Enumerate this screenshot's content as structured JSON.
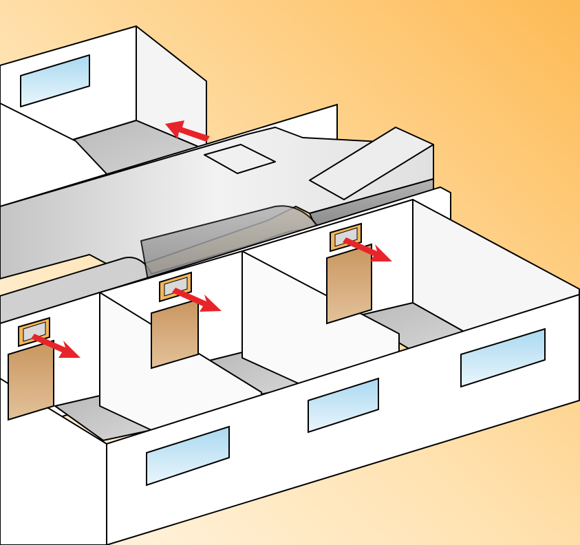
{
  "illustration": {
    "subject": "ducted-air-distribution-cutaway",
    "rooms": [
      "back-room",
      "room-1",
      "room-2",
      "room-3"
    ],
    "supply_vents": 4,
    "windows": 4
  },
  "colors": {
    "background_light": "#FFF4E2",
    "background_accent": "#FDC466",
    "wall": "#FFFFFF",
    "outline": "#000000",
    "floor": "#C8C8C8",
    "duct": "#D9D9D9",
    "glass": "#CDEBF8",
    "door": "#D4A46E",
    "vent_frame": "#F2B65C",
    "airflow_arrow": "#E8242B"
  }
}
